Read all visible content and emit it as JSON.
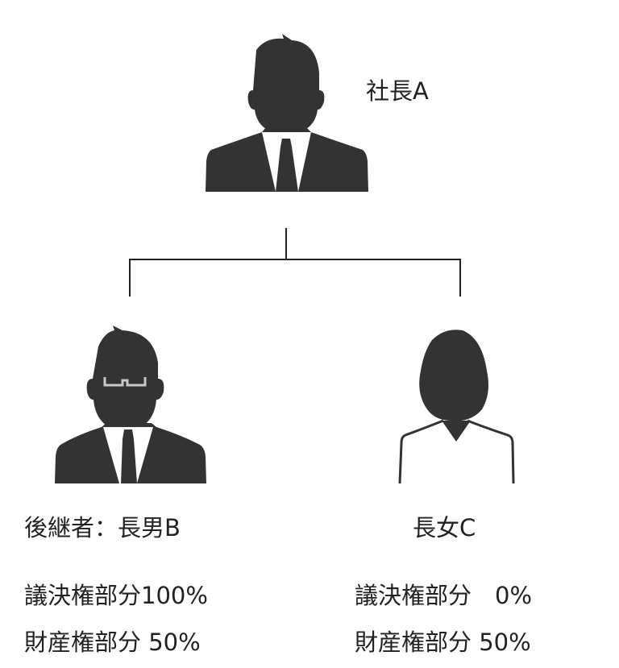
{
  "president": {
    "label": "社長A"
  },
  "successor": {
    "label": "後継者：長男B",
    "voting_rights": "議決権部分100%",
    "property_rights": "財産権部分 50%"
  },
  "daughter": {
    "label": "長女C",
    "voting_rights": "議決権部分　0%",
    "property_rights": "財産権部分 50%"
  },
  "colors": {
    "silhouette": "#333333",
    "line": "#222222",
    "glasses": "#c8c8c8"
  }
}
